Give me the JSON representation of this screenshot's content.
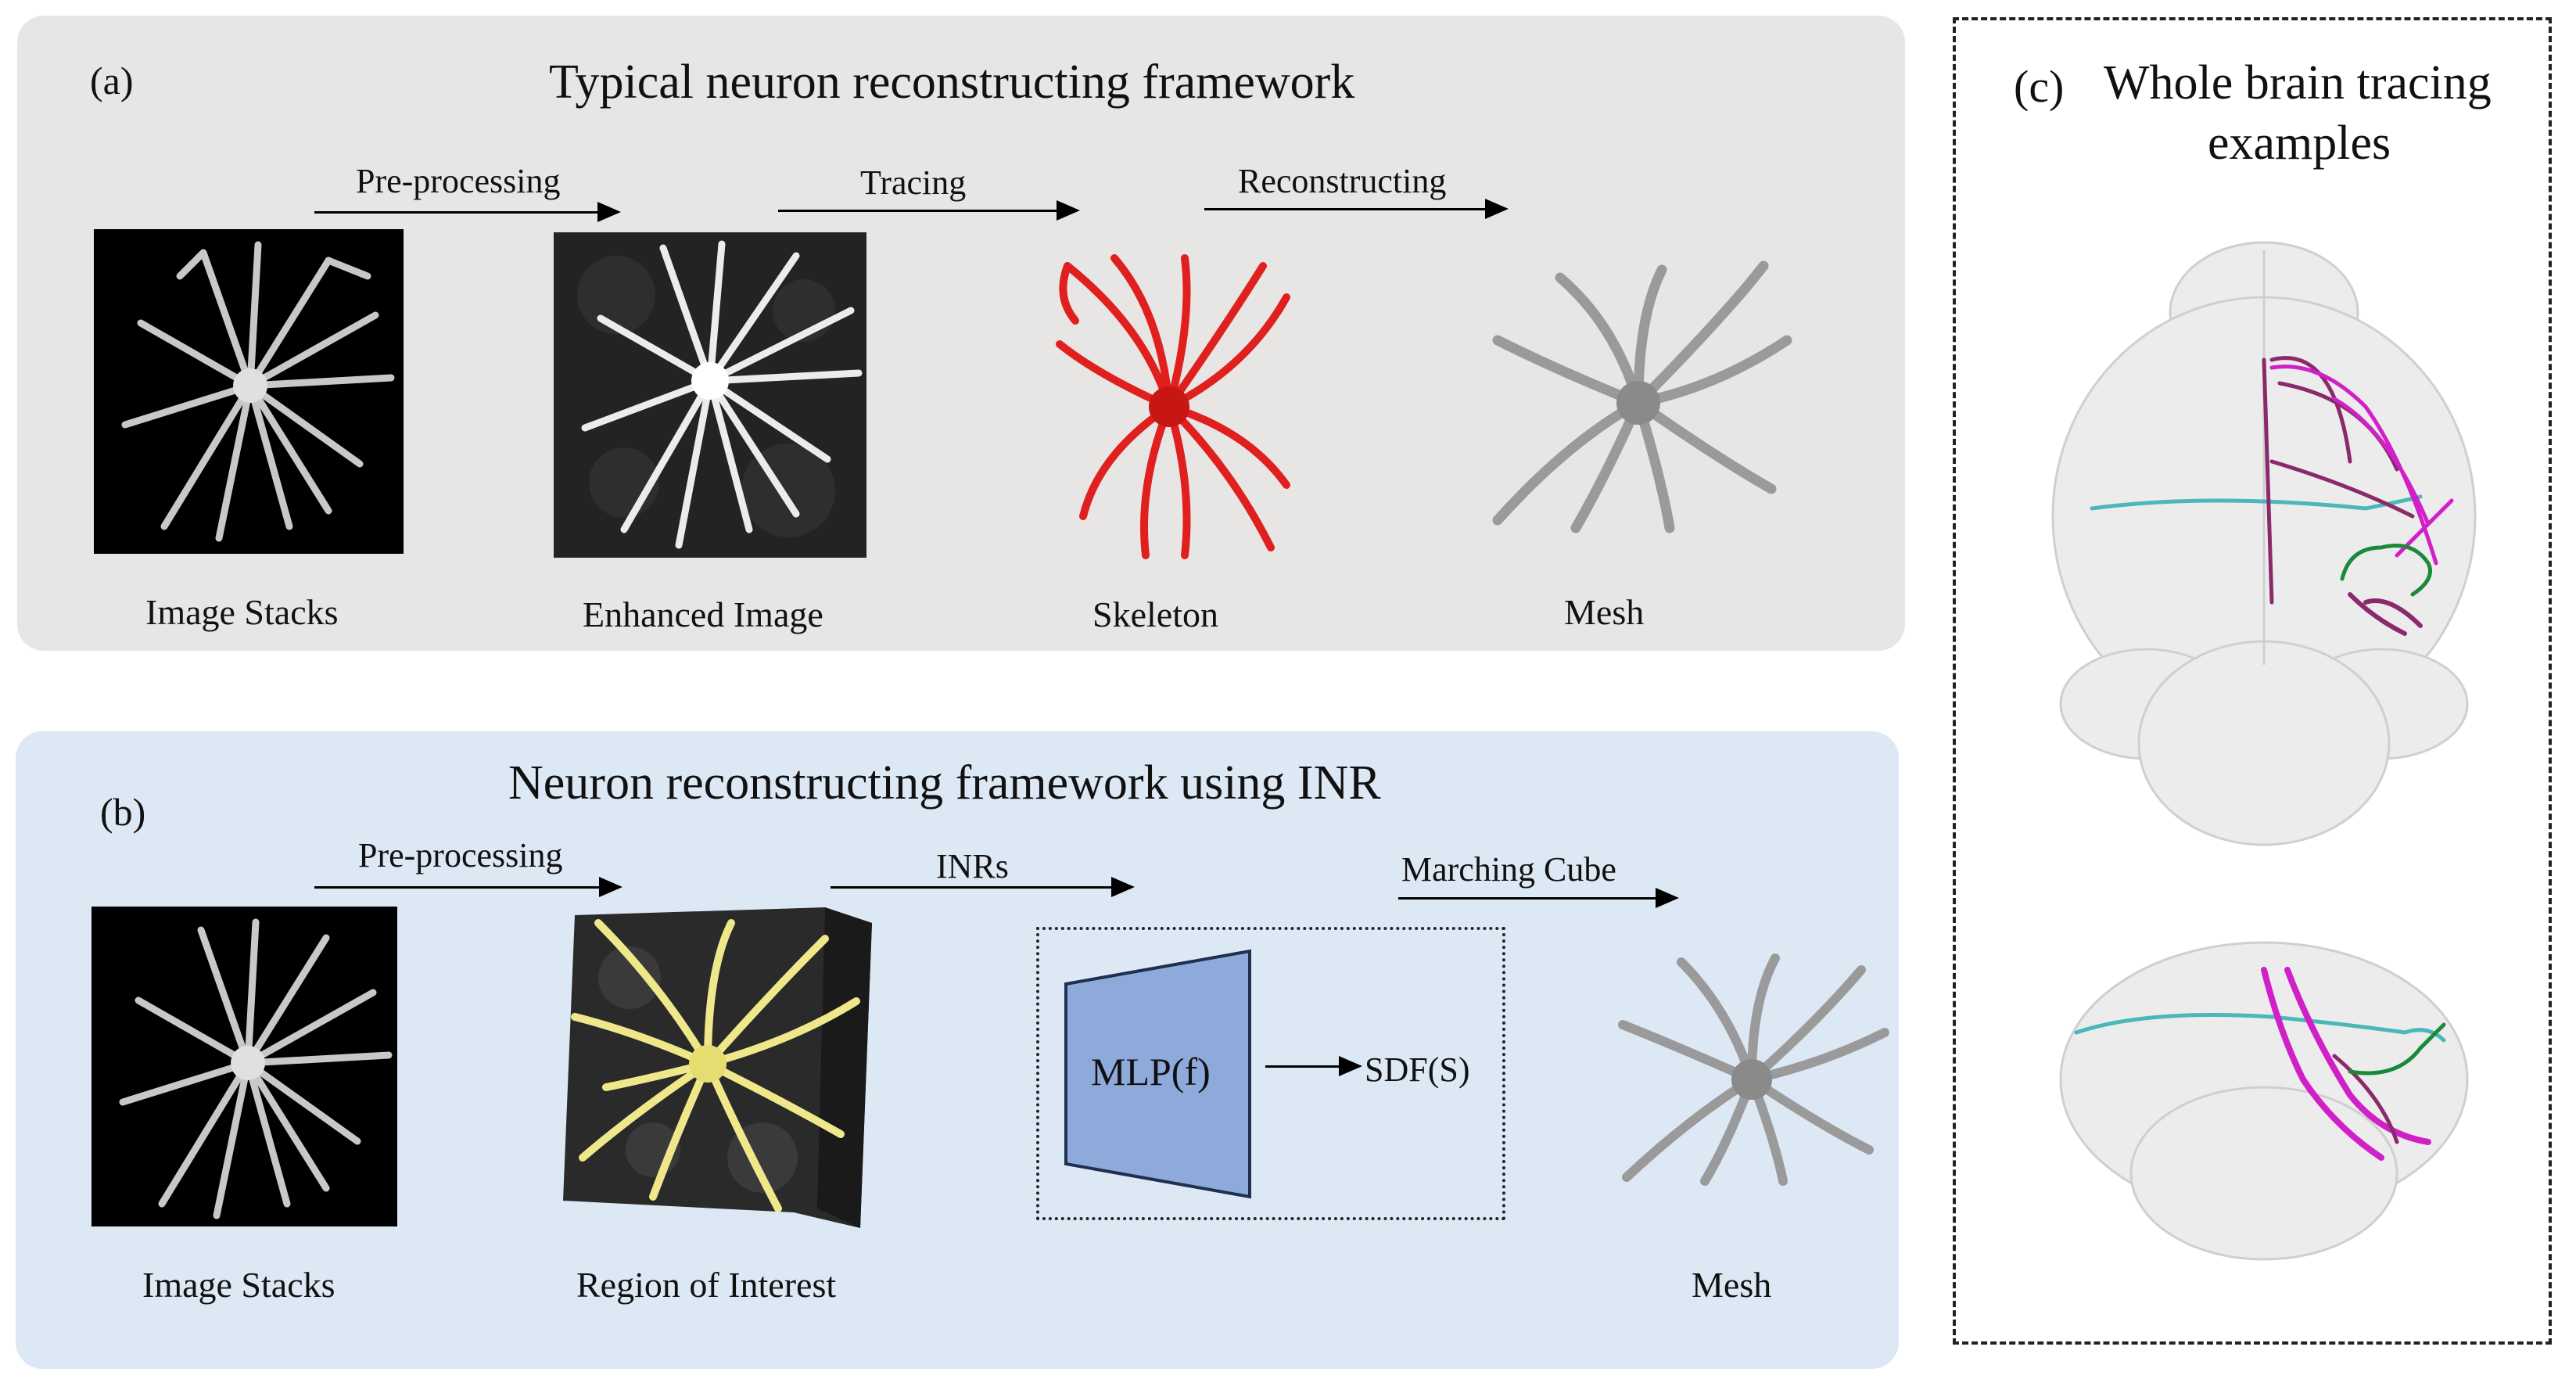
{
  "panel_a": {
    "label": "(a)",
    "title": "Typical neuron reconstructing framework",
    "steps": [
      "Pre-processing",
      "Tracing",
      "Reconstructing"
    ],
    "captions": [
      "Image Stacks",
      "Enhanced Image",
      "Skeleton",
      "Mesh"
    ]
  },
  "panel_b": {
    "label": "(b)",
    "title": "Neuron reconstructing framework using INR",
    "steps": [
      "Pre-processing",
      "INRs",
      "Marching Cube"
    ],
    "captions": [
      "Image Stacks",
      "Region of Interest",
      "Mesh"
    ],
    "mlp_label": "MLP(f)",
    "sdf_label": "SDF(S)"
  },
  "panel_c": {
    "label": "(c)",
    "title_line1": "Whole brain tracing",
    "title_line2": "examples"
  },
  "colors": {
    "panel_a_bg": "#e8e5e5",
    "panel_b_bg": "#dde8f5",
    "skeleton_red": "#e0201e",
    "mesh_gray": "#9a9a9a",
    "roi_yellow": "#efe88a",
    "mlp_blue": "#8eaadb",
    "trace_magenta": "#d020c8",
    "trace_purple": "#8a2a6a",
    "trace_cyan": "#4ab8b8",
    "trace_green": "#1a8a3a"
  }
}
